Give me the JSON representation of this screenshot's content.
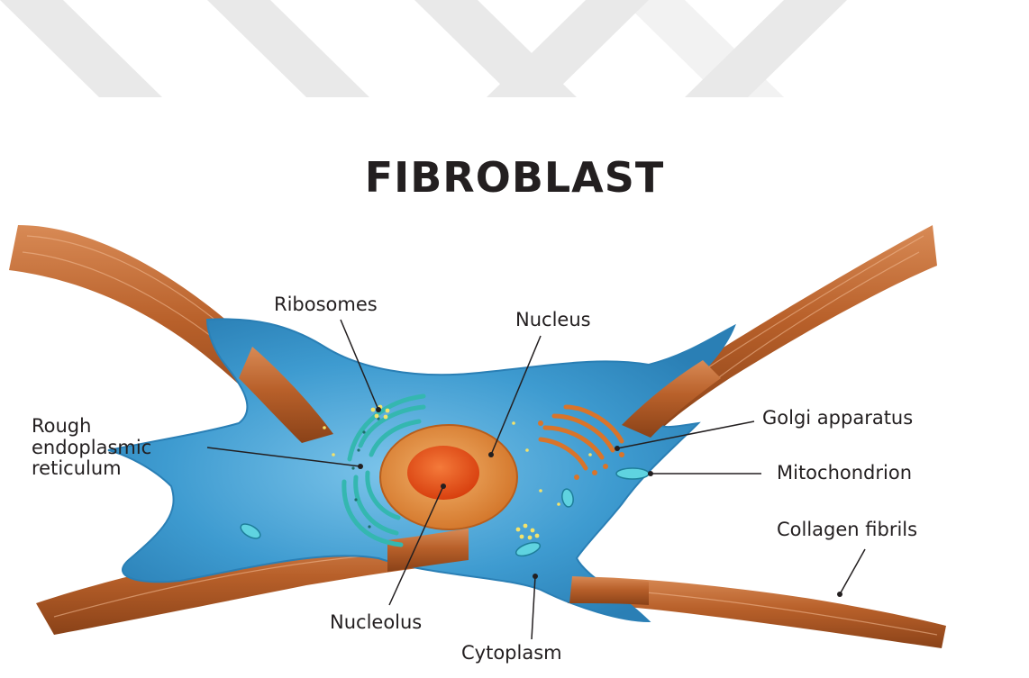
{
  "diagram": {
    "title": "FIBROBLAST",
    "labels": {
      "ribosomes": "Ribosomes",
      "nucleus": "Nucleus",
      "rer_line1": "Rough",
      "rer_line2": "endoplasmic",
      "rer_line3": "reticulum",
      "golgi": "Golgi apparatus",
      "mitochondrion": "Mitochondrion",
      "collagen": "Collagen fibrils",
      "nucleolus": "Nucleolus",
      "cytoplasm": "Cytoplasm"
    }
  },
  "colors": {
    "cell_body": "#3e9bd0",
    "cell_edge": "#2a7fb5",
    "collagen": "#b8602a",
    "nucleus": "#e38a3a",
    "nucleolus": "#e24a1c",
    "mitochondria": "#5fd3e0",
    "rer": "#34b7b0",
    "golgi": "#d9742a",
    "ribosome": "#f4e36a",
    "banner_stripe": "#e6e6e6"
  }
}
